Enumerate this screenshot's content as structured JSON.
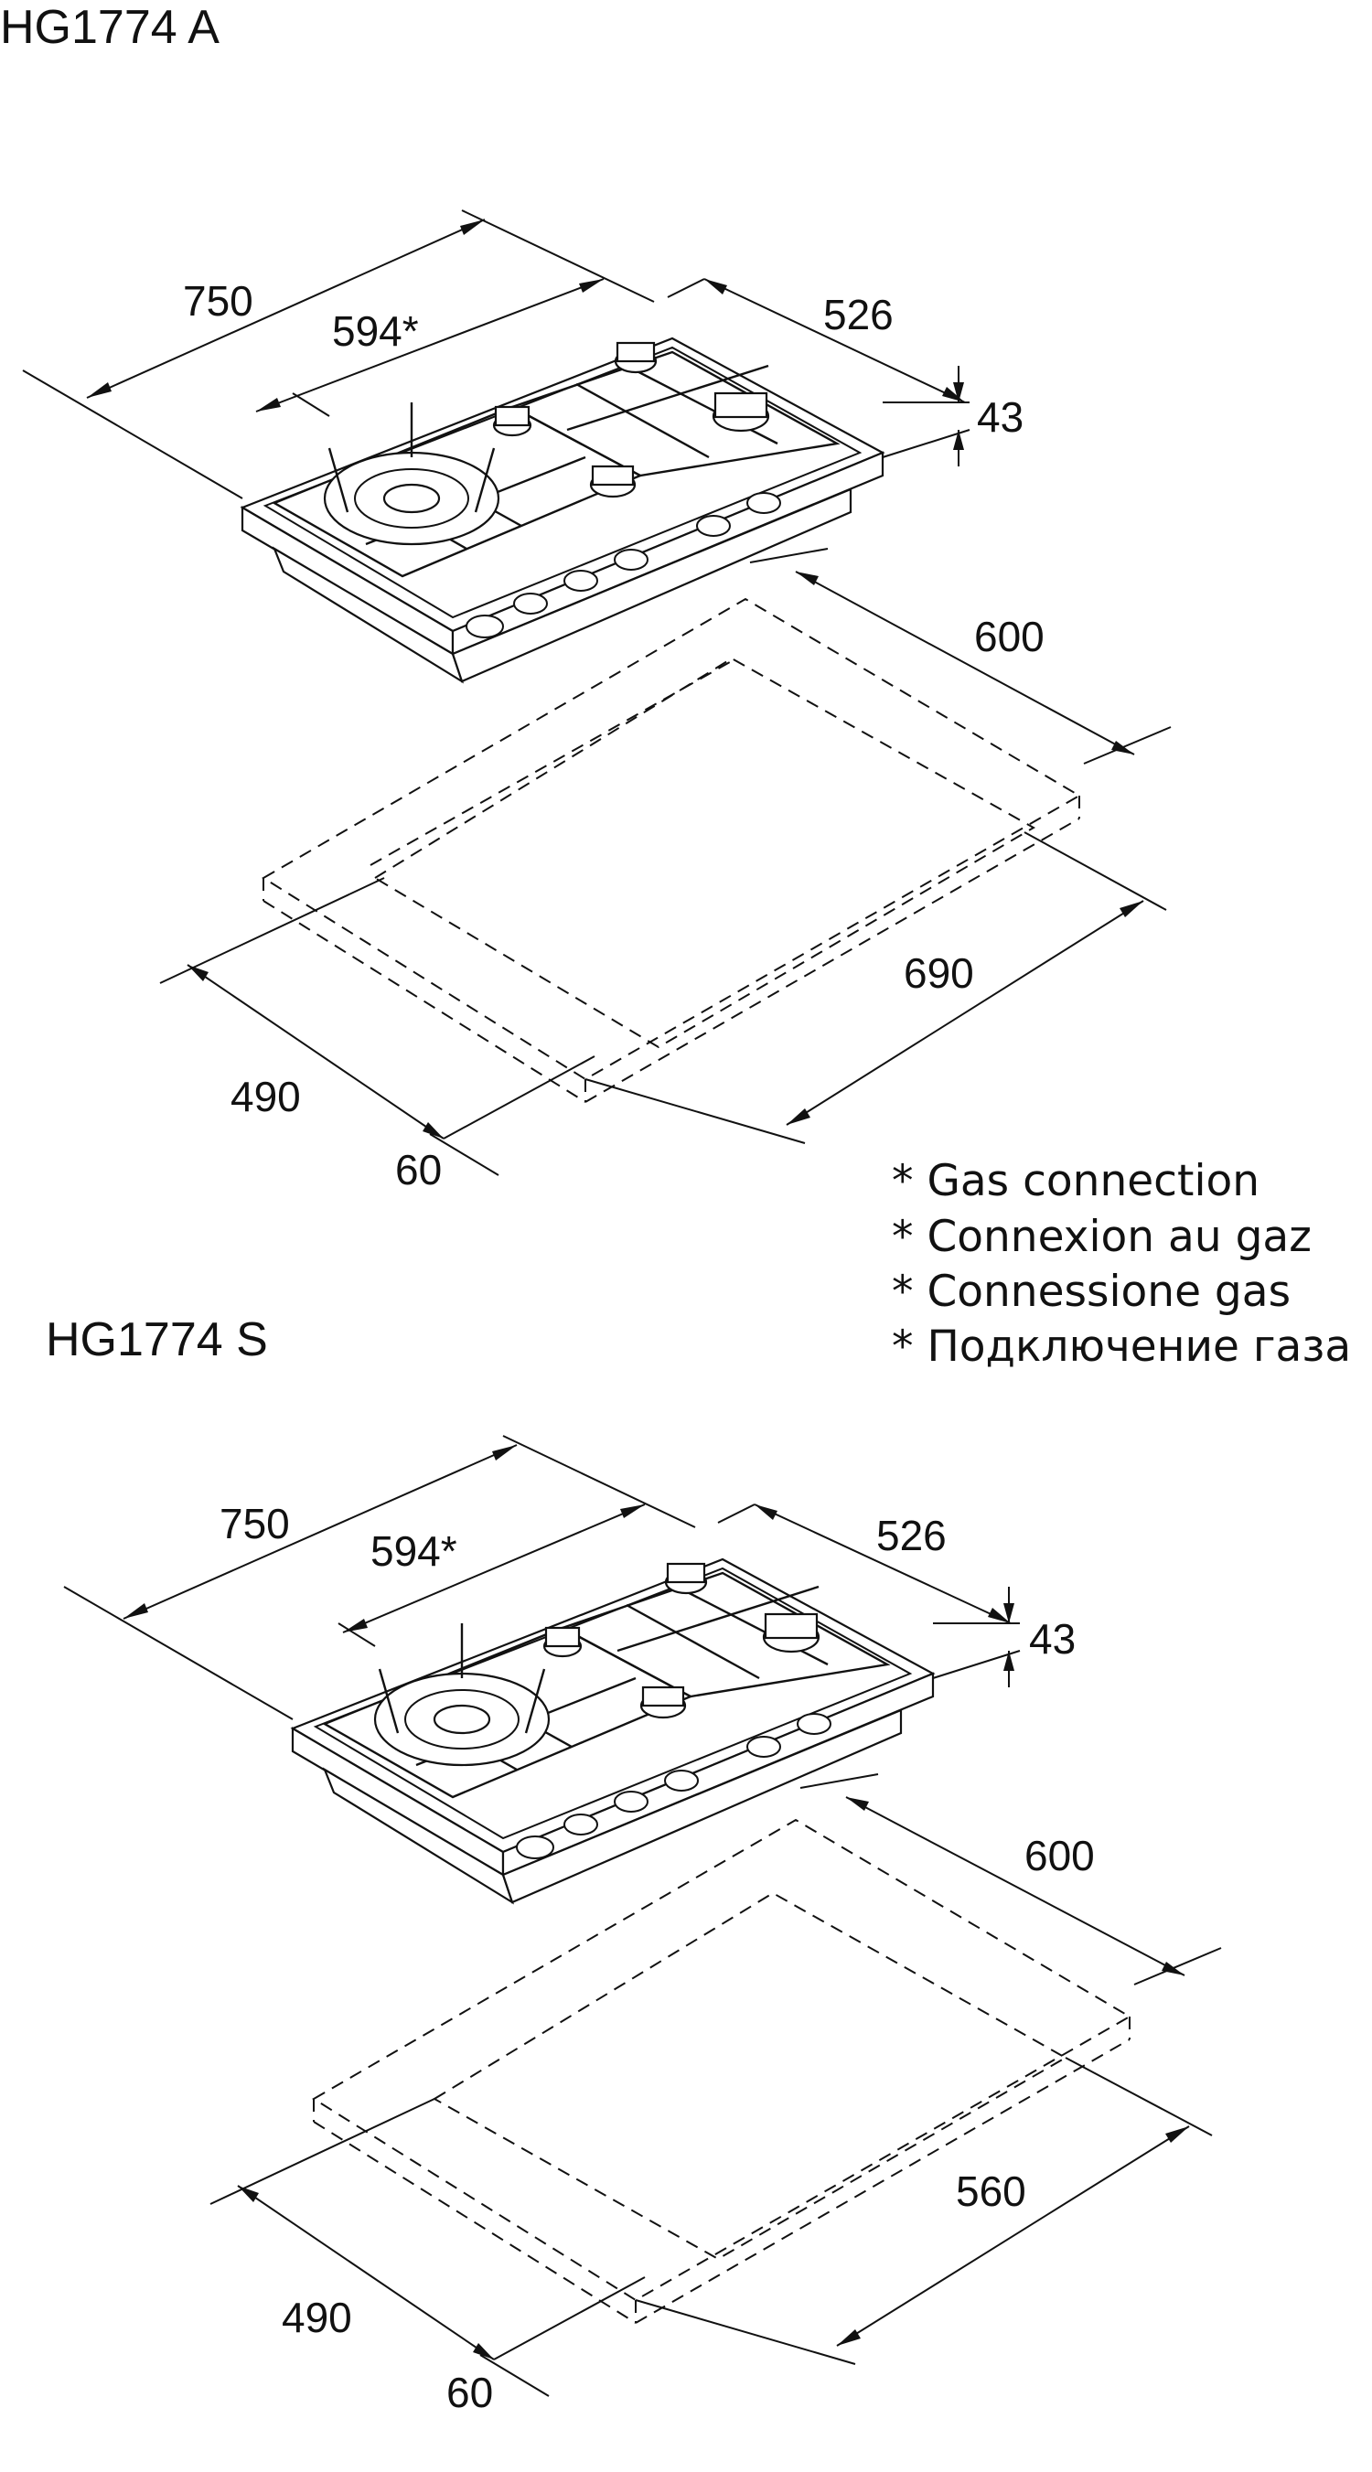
{
  "diagrams": [
    {
      "model": "HG1774 A",
      "dimensions": {
        "width": "750",
        "gas_connection": "594*",
        "depth": "526",
        "height": "43",
        "cutout_depth": "600",
        "cutout_width": "690",
        "front_offset": "490",
        "edge_offset": "60"
      }
    },
    {
      "model": "HG1774 S",
      "dimensions": {
        "width": "750",
        "gas_connection": "594*",
        "depth": "526",
        "height": "43",
        "cutout_depth": "600",
        "cutout_width": "560",
        "front_offset": "490",
        "edge_offset": "60"
      }
    }
  ],
  "notes": [
    "* Gas connection",
    "* Connexion au gaz",
    "* Connessione gas",
    "* Подключение газа"
  ]
}
